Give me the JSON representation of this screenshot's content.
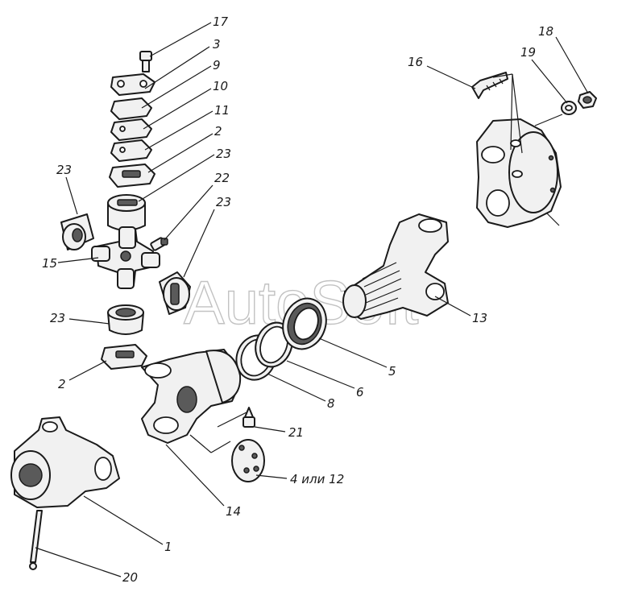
{
  "watermark": "AutoSoft",
  "callouts": {
    "c17": "17",
    "c3": "3",
    "c9": "9",
    "c10": "10",
    "c11": "11",
    "c2a": "2",
    "c23a": "23",
    "c22": "22",
    "c23b": "23",
    "c23c": "23",
    "c15": "15",
    "c23d": "23",
    "c2b": "2",
    "c16": "16",
    "c19": "19",
    "c18": "18",
    "c13": "13",
    "c5": "5",
    "c6": "6",
    "c8": "8",
    "c21": "21",
    "c4or12": "4 или 12",
    "c14": "14",
    "c1": "1",
    "c20": "20"
  }
}
